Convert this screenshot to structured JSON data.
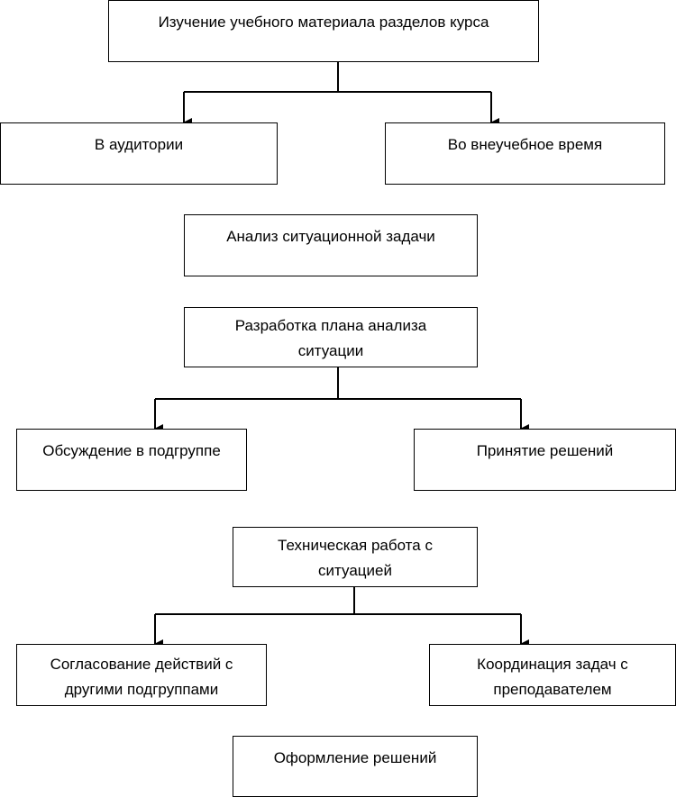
{
  "boxes": {
    "study": "Изучение учебного материала разделов курса",
    "classroom": "В аудитории",
    "extracurricular": "Во внеучебное время",
    "analysis": "Анализ ситуационной задачи",
    "plan": "Разработка плана анализа ситуации",
    "discussion": "Обсуждение в подгруппе",
    "decisions": "Принятие решений",
    "technical": "Техническая работа с ситуацией",
    "coordination_groups": "Согласование действий с другими подгруппами",
    "coordination_teacher": "Координация задач с преподавателем",
    "formalization": "Оформление решений"
  }
}
